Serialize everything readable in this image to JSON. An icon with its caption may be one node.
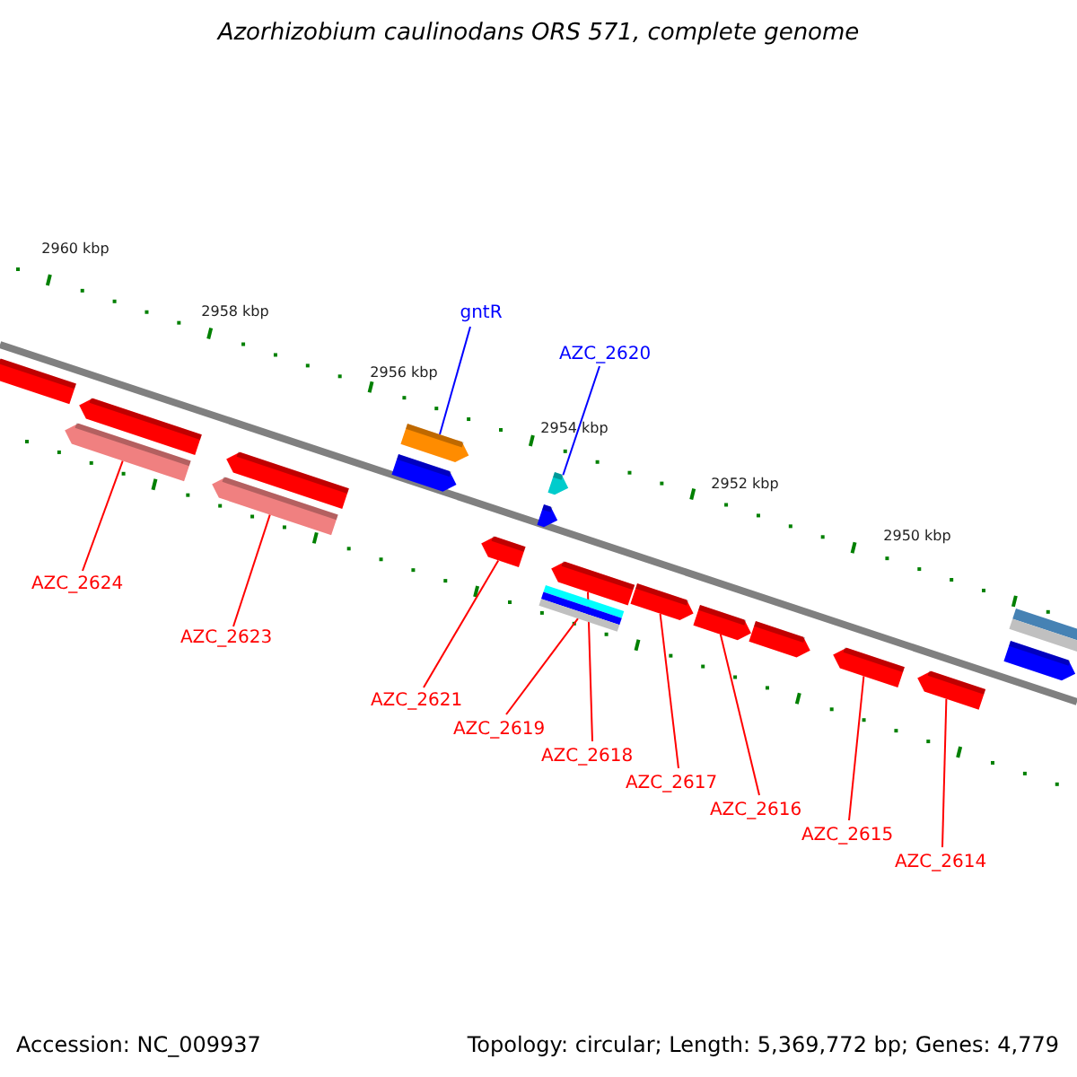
{
  "diagram": {
    "title": "Azorhizobium caulinodans ORS 571, complete genome",
    "nodes": [
      {
        "text": [
          "gntR"
        ]
      },
      {
        "text": [
          "AZC_2620"
        ]
      },
      {
        "text": [
          "AZC_2624"
        ]
      },
      {
        "text": [
          "AZC_2623"
        ]
      },
      {
        "text": [
          "AZC_2621"
        ]
      },
      {
        "text": [
          "AZC_2619"
        ]
      },
      {
        "text": [
          "AZC_2618"
        ]
      },
      {
        "text": [
          "AZC_2617"
        ]
      },
      {
        "text": [
          "AZC_2616"
        ]
      },
      {
        "text": [
          "AZC_2615"
        ]
      },
      {
        "text": [
          "AZC_2614"
        ]
      },
      {
        "text": [],
        "shape": "box"
      },
      {
        "text": [],
        "shape": "box"
      },
      {
        "text": [],
        "shape": "box"
      },
      {
        "text": [],
        "shape": "box"
      },
      {
        "text": [],
        "shape": "box"
      },
      {
        "text": [],
        "shape": "box"
      },
      {
        "text": [],
        "shape": "box"
      },
      {
        "text": [],
        "shape": "box"
      },
      {
        "text": [],
        "shape": "box"
      },
      {
        "text": [],
        "shape": "box"
      },
      {
        "text": [],
        "shape": "box"
      },
      {
        "text": [],
        "shape": "box"
      },
      {
        "text": [],
        "shape": "box"
      },
      {
        "text": [],
        "shape": "box"
      },
      {
        "text": [],
        "shape": "box"
      },
      {
        "text": [],
        "shape": "box"
      },
      {
        "text": [],
        "shape": "box"
      },
      {
        "text": [],
        "shape": "box"
      },
      {
        "text": [],
        "shape": "box"
      }
    ],
    "edges": [
      {
        "from": 0,
        "to": 17,
        "arrow": "none",
        "color": "#0000ff"
      },
      {
        "from": 1,
        "to": 22,
        "arrow": "none",
        "color": "#0000ff"
      },
      {
        "from": 2,
        "to": 12,
        "arrow": "none"
      },
      {
        "from": 3,
        "to": 14,
        "arrow": "none"
      },
      {
        "from": 4,
        "to": 18,
        "arrow": "none"
      },
      {
        "from": 5,
        "to": 20,
        "arrow": "none"
      },
      {
        "from": 6,
        "to": 21,
        "arrow": "none"
      },
      {
        "from": 7,
        "to": 23,
        "arrow": "none"
      },
      {
        "from": 8,
        "to": 24,
        "arrow": "none"
      },
      {
        "from": 9,
        "to": 26,
        "arrow": "none"
      },
      {
        "from": 10,
        "to": 27,
        "arrow": "none"
      }
    ],
    "labels": [
      "2960 kbp",
      "2958 kbp",
      "2956 kbp",
      "2954 kbp",
      "2952 kbp",
      "2950 kbp",
      "Accession: NC_009937",
      "Topology: circular; Length: 5,369,772 bp; Genes: 4,779"
    ]
  }
}
